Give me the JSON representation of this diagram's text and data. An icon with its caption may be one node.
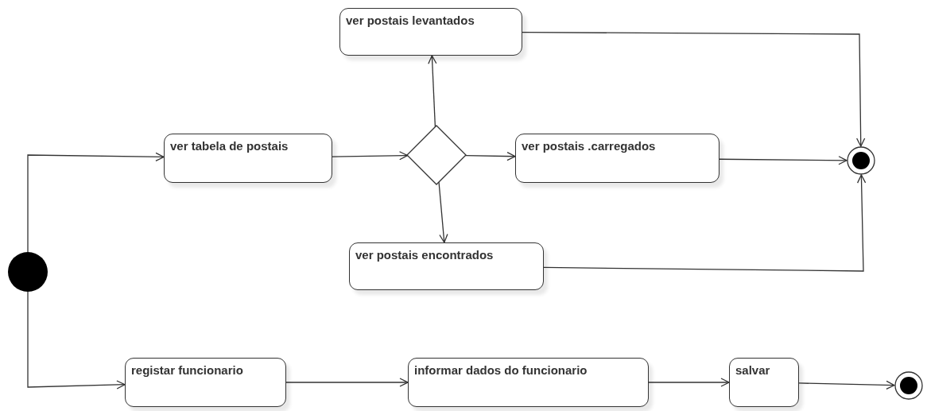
{
  "diagram": {
    "nodes": [
      {
        "text": [],
        "shape": "circle"
      },
      {
        "text": [
          "ver tabela de postais"
        ]
      },
      {
        "text": [],
        "shape": "diamond"
      },
      {
        "text": [
          "ver postais levantados"
        ]
      },
      {
        "text": [
          "ver postais .carregados"
        ]
      },
      {
        "text": [
          "ver postais encontrados"
        ]
      },
      {
        "text": [],
        "shape": "bullseye"
      },
      {
        "text": [
          "registar funcionario"
        ]
      },
      {
        "text": [
          "informar dados do funcionario"
        ]
      },
      {
        "text": [
          "salvar"
        ]
      },
      {
        "text": [],
        "shape": "bullseye"
      }
    ],
    "edges": [
      {
        "from": 0,
        "to": 1,
        "arrow": "to"
      },
      {
        "from": 1,
        "to": 2,
        "arrow": "to"
      },
      {
        "from": 2,
        "to": 3,
        "arrow": "to"
      },
      {
        "from": 2,
        "to": 4,
        "arrow": "to"
      },
      {
        "from": 2,
        "to": 5,
        "arrow": "to"
      },
      {
        "from": 3,
        "to": 6,
        "arrow": "to"
      },
      {
        "from": 4,
        "to": 6,
        "arrow": "to"
      },
      {
        "from": 5,
        "to": 6,
        "arrow": "to"
      },
      {
        "from": 0,
        "to": 7,
        "arrow": "to"
      },
      {
        "from": 7,
        "to": 8,
        "arrow": "to"
      },
      {
        "from": 8,
        "to": 9,
        "arrow": "to"
      },
      {
        "from": 9,
        "to": 10,
        "arrow": "to"
      }
    ]
  }
}
